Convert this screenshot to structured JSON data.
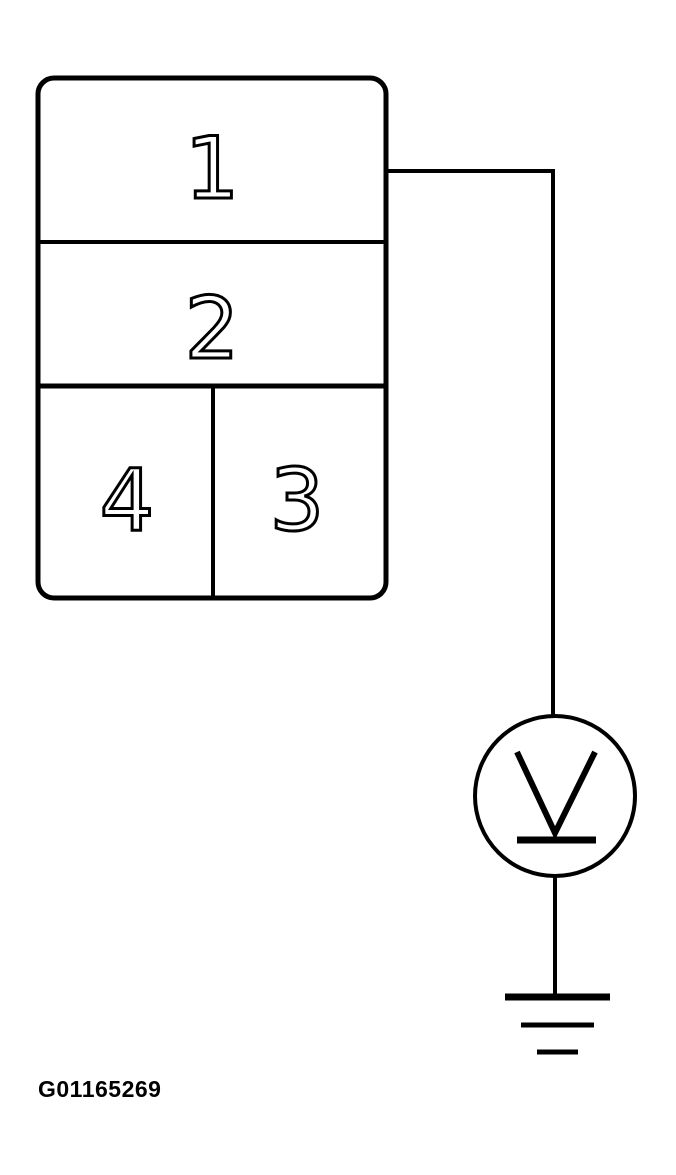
{
  "connector": {
    "cavities": [
      {
        "id": "cavity-1",
        "label": "1"
      },
      {
        "id": "cavity-2",
        "label": "2"
      },
      {
        "id": "cavity-4",
        "label": "4"
      },
      {
        "id": "cavity-3",
        "label": "3"
      }
    ]
  },
  "meter": {
    "symbol": "voltmeter-icon",
    "letter": "V"
  },
  "ground": {
    "symbol": "ground-icon"
  },
  "figure_id": "G01165269",
  "colors": {
    "line": "#000000",
    "background": "#ffffff"
  }
}
